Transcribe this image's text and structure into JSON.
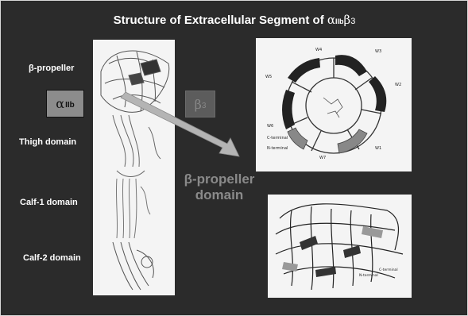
{
  "slide": {
    "title_prefix": "Structure of Extracellular Segment of ",
    "title_alpha": "α",
    "title_sub": "IIb",
    "title_beta": "β",
    "title_three": "3"
  },
  "labels": {
    "beta_propeller": "β-propeller",
    "thigh": "Thigh domain",
    "calf1": "Calf-1 domain",
    "calf2": "Calf-2 domain"
  },
  "subunits": {
    "alpha_glyph": "α",
    "alpha_sub": "IIb",
    "beta_glyph": "β",
    "beta_sub": "3"
  },
  "callout": {
    "line1": "β-propeller",
    "line2": "domain"
  },
  "top_panel_annotations": [
    "W4",
    "W3",
    "W5",
    "W2",
    "W6",
    "C-terminal",
    "N-terminal",
    "W7",
    "W1"
  ],
  "bottom_panel_annotations": [
    "N-terminal",
    "C-terminal"
  ],
  "colors": {
    "slide_bg": "#2b2b2b",
    "panel_bg": "#f4f4f4",
    "arrow": "#b4b4b4",
    "muted_text": "#8a8a8a"
  }
}
